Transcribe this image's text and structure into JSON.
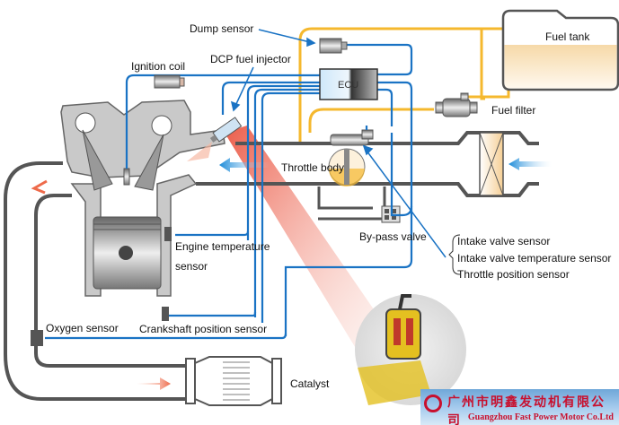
{
  "diagram": {
    "title": "Electronic fuel injection system layout",
    "labels": {
      "dump_sensor": "Dump sensor",
      "fuel_tank": "Fuel tank",
      "dcp_fuel_injector": "DCP fuel injector",
      "ignition_coil": "Ignition coil",
      "ecu": "ECU",
      "fuel_filter": "Fuel filter",
      "throttle_body": "Throttle body",
      "engine_temperature_sensor_line1": "Engine temperature",
      "engine_temperature_sensor_line2": "sensor",
      "by_pass_valve": "By-pass valve",
      "intake_valve_sensor": "Intake valve sensor",
      "intake_valve_temperature_sensor": "Intake valve temperature sensor",
      "throttle_position_sensor": "Throttle position sensor",
      "oxygen_sensor": "Oxygen sensor",
      "crankshaft_position_sensor": "Crankshaft position sensor",
      "catalyst": "Catalyst"
    },
    "colors": {
      "signal_wire": "#1a73c4",
      "fuel_line": "#f5b82e",
      "pipe": "#555555",
      "highlight": "#e8402a"
    }
  },
  "banner": {
    "company_cn": "广州市明鑫发动机有限公司",
    "company_en": "Guangzhou Fast Power Motor Co.Ltd"
  }
}
